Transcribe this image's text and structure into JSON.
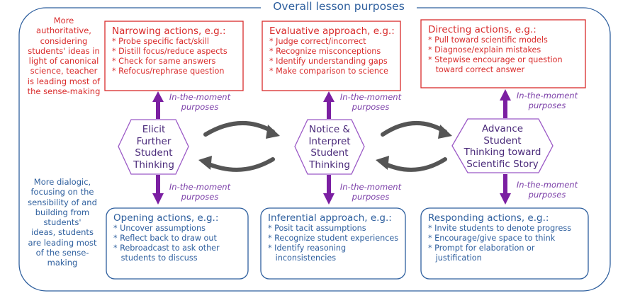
{
  "title": "Overall lesson purposes",
  "side_notes": {
    "top": [
      "More",
      "authoritative,",
      "considering",
      "students' ideas in",
      "light of canonical",
      "science, teacher",
      "is leading most of",
      "the sense-making"
    ],
    "bottom": [
      "More dialogic,",
      "focusing on the",
      "sensibility of and",
      "building from",
      "students'",
      "ideas, students",
      "are leading most",
      "of the sense-",
      "making"
    ]
  },
  "top_boxes": [
    {
      "heading": "Narrowing actions, e.g.:",
      "items": [
        "* Probe specific fact/skill",
        "* Distill focus/reduce aspects",
        "* Check for same answers",
        "* Refocus/rephrase question"
      ]
    },
    {
      "heading": "Evaluative approach, e.g.:",
      "items": [
        "* Judge correct/incorrect",
        "* Recognize misconceptions",
        "* Identify understanding gaps",
        "* Make comparison to science"
      ]
    },
    {
      "heading": "Directing actions, e.g.:",
      "items": [
        "* Pull toward scientific models",
        "* Diagnose/explain mistakes",
        "* Stepwise encourage or question",
        "   toward correct answer"
      ]
    }
  ],
  "hexagons": [
    {
      "lines": [
        "Elicit",
        "Further",
        "Student",
        "Thinking"
      ]
    },
    {
      "lines": [
        "Notice &",
        "Interpret",
        "Student",
        "Thinking"
      ]
    },
    {
      "lines": [
        "Advance",
        "Student",
        "Thinking toward",
        "Scientific Story"
      ]
    }
  ],
  "purpose_label": [
    "In-the-moment",
    "purposes"
  ],
  "bottom_boxes": [
    {
      "heading": "Opening actions, e.g.:",
      "items": [
        "* Uncover assumptions",
        "* Reflect back to draw out",
        "* Rebroadcast to ask other",
        "   students to discuss"
      ]
    },
    {
      "heading": "Inferential approach, e.g.:",
      "items": [
        "* Posit tacit assumptions",
        "* Recognize student experiences",
        "* Identify reasoning",
        "   inconsistencies"
      ]
    },
    {
      "heading": "Responding actions, e.g.:",
      "items": [
        "* Invite students to denote progress",
        "* Encourage/give space to think",
        "* Prompt for elaboration or",
        "   justification"
      ]
    }
  ],
  "colors": {
    "red": "#d92b2b",
    "blue": "#2e5f9e",
    "purple": "#7b1fa2",
    "hex_border": "#9b59c6",
    "cycle_arrow": "#555555"
  }
}
